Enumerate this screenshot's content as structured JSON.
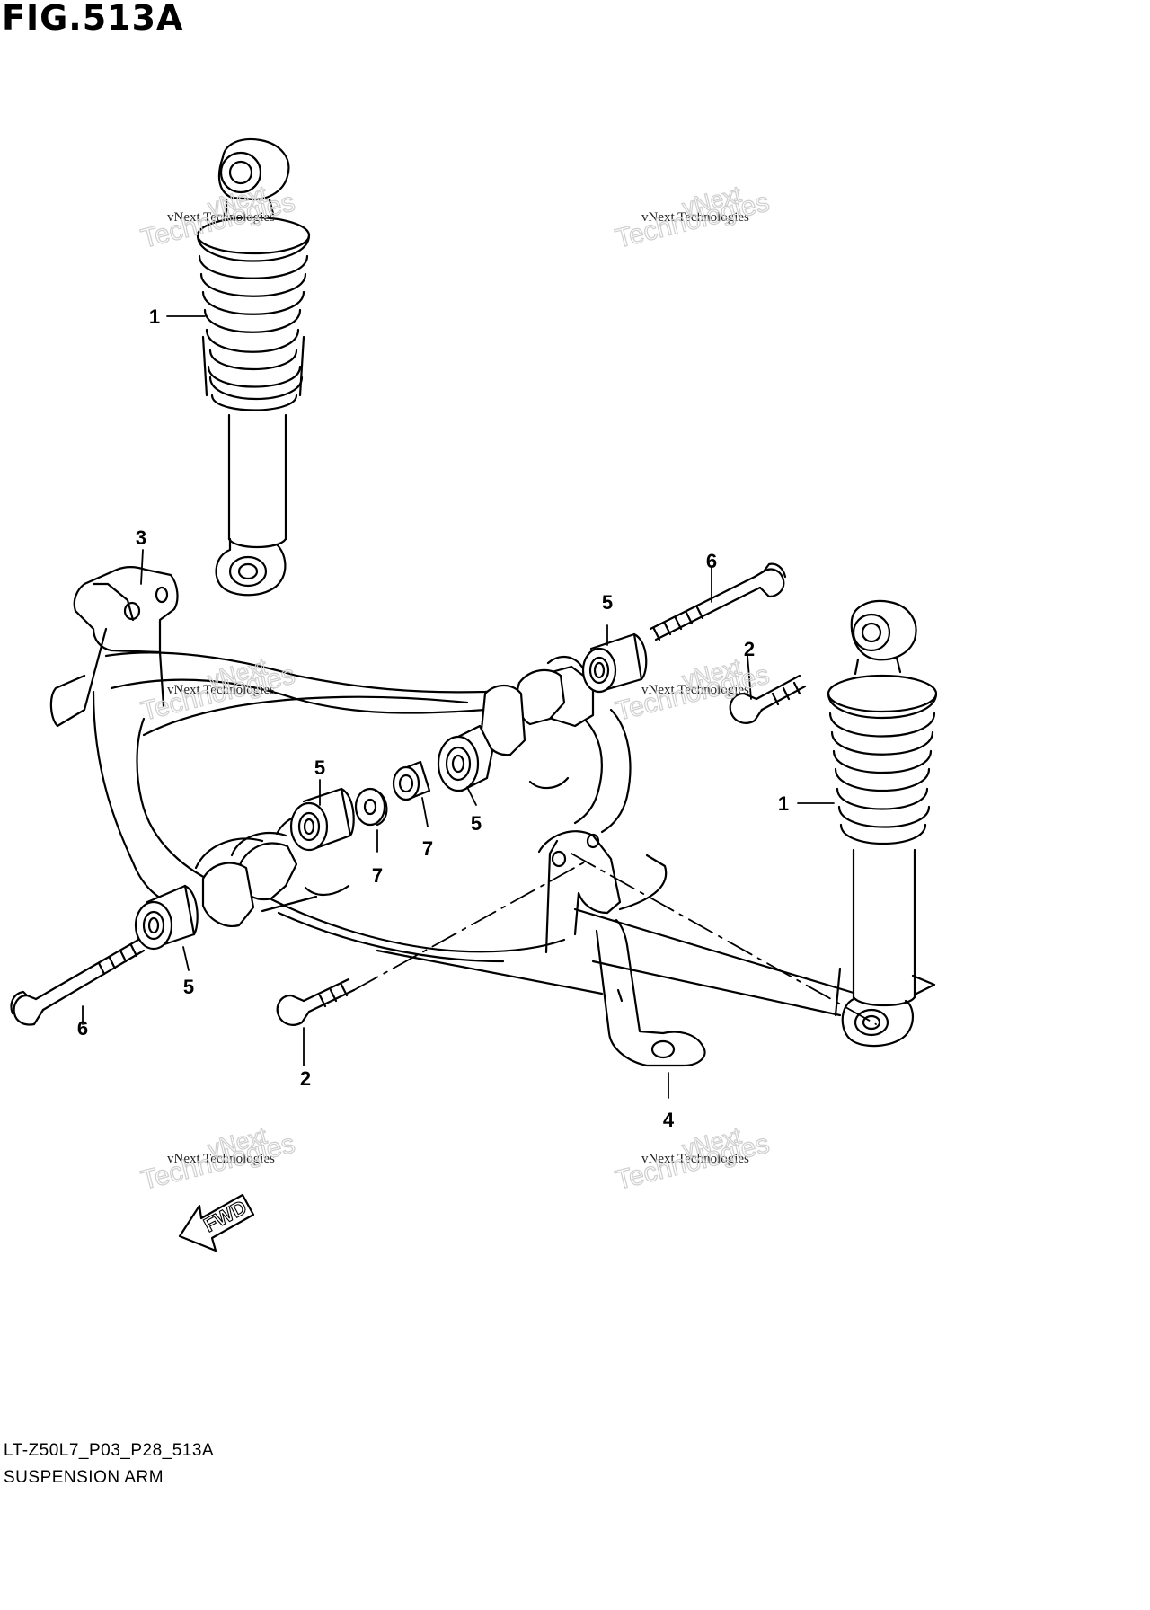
{
  "figure_title": "FIG.513A",
  "callouts": {
    "c1a": "1",
    "c1b": "1",
    "c2a": "2",
    "c2b": "2",
    "c3": "3",
    "c4": "4",
    "c5a": "5",
    "c5b": "5",
    "c5c": "5",
    "c5d": "5",
    "c6a": "6",
    "c6b": "6",
    "c7a": "7",
    "c7b": "7"
  },
  "watermark": {
    "line1": "vNext Technologies",
    "line2": "Technologies",
    "line3": "vNext"
  },
  "fwd_label": "FWD",
  "footer": {
    "code": "LT-Z50L7_P03_P28_513A",
    "caption": "SUSPENSION ARM"
  }
}
